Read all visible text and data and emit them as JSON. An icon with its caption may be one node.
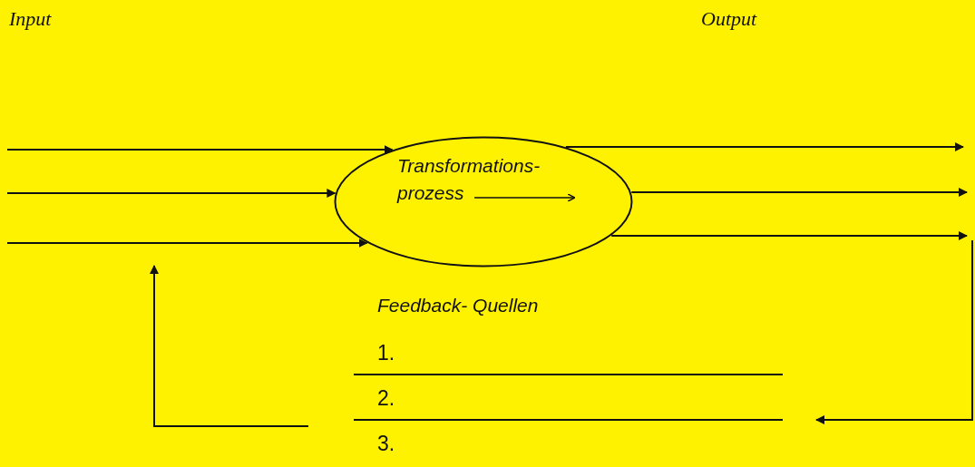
{
  "diagram": {
    "nodes": [
      {
        "text": [
          "Transformations- prozess"
        ]
      },
      {
        "text": [
          "Feedback- Quellen",
          "1.",
          "2.",
          "3."
        ]
      }
    ],
    "edges": [
      {
        "from": null,
        "to": 0,
        "arrow": "to"
      },
      {
        "from": null,
        "to": 0,
        "arrow": "to"
      },
      {
        "from": null,
        "to": 0,
        "arrow": "to"
      },
      {
        "from": 0,
        "to": null,
        "arrow": "to"
      },
      {
        "from": 0,
        "to": null,
        "arrow": "to"
      },
      {
        "from": 0,
        "to": null,
        "arrow": "to"
      },
      {
        "from": null,
        "to": 1,
        "arrow": "to"
      },
      {
        "from": 1,
        "to": null,
        "arrow": "to"
      }
    ],
    "labels": [
      "Input",
      "Output"
    ]
  }
}
